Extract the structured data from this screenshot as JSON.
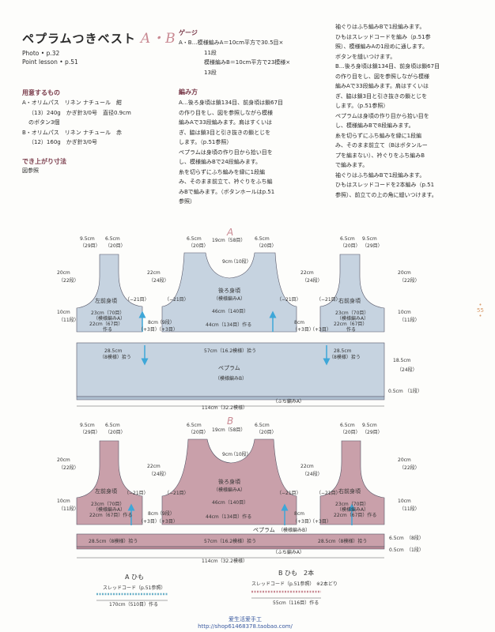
{
  "header": {
    "title": "ペプラムつきベスト",
    "title_ab": "A・B",
    "photo": "Photo • p.32",
    "lesson": "Point lesson • p.51"
  },
  "materials": {
    "heading": "用意するもの",
    "a_line1": "A・オリムパス　リネン ナチュール　紺",
    "a_line2": "（13）240g　かぎ針3/0号　直径0.9cm",
    "a_line3": "のボタン3個",
    "b_line1": "B・オリムパス　リネン ナチュール　赤",
    "b_line2": "（12）160g　かぎ針3/0号"
  },
  "size": {
    "heading": "でき上がり寸法",
    "value": "図参照"
  },
  "gauge": {
    "heading": "ゲージ",
    "line1": "A・B…模様編みA＝10cm平方で30.5目×",
    "line2": "11段",
    "line3": "模様編みB＝10cm平方で23模様×",
    "line4": "13段"
  },
  "method": {
    "heading": "編み方",
    "lines": [
      "A…後ろ身頃は鎖134目、前身頃は鎖67目",
      "の作り目をし、図を参照しながら模様",
      "編みAで33段編みます。肩はすくいは",
      "ぎ、脇は鎖3目と引き抜きの鎖とじを",
      "します。（p.51参照）",
      "ペプラムは身頃の作り目から拾い目を",
      "し、模様編みBで24段編みます。",
      "糸を切らずにふち編みを縁に1段編",
      "み、そのまま前立て、衿ぐりをふち編",
      "みBで編みます。（ボタンホールはp.51",
      "参照）"
    ]
  },
  "right_col": {
    "lines": [
      "袖ぐりはふち編みBで1段編みます。",
      "ひもはスレッドコードを編み（p.51参",
      "照）、模様編みAの1段めに通します。",
      "ボタンを縫いつけます。",
      "B…後ろ身頃は鎖134目、前身頃は鎖67目",
      "の作り目をし、図を参照しながら模様",
      "編みAで33段編みます。肩はすくいは",
      "ぎ、脇は鎖3目と引き抜きの鎖とじを",
      "します。（p.51参照）",
      "ペプラムは身頃の作り目から拾い目を",
      "し、模様編みBで8段編みます。",
      "糸を切らずにふち編みを縁に1段編",
      "み、そのまま前立て（Bはボタンルー",
      "プを編まない）、衿ぐりをふち編みB",
      "で編みます。",
      "袖ぐりはふち編みBで1段編みます。",
      "ひもはスレッドコードを2本編み（p.51",
      "参照）、前立ての上の角に縫いつけます。"
    ]
  },
  "diagramA": {
    "letter": "A",
    "back_name": "後ろ身頃",
    "back_pattern": "（模様編みA）",
    "left_front": "左前身頃",
    "right_front": "右前身頃",
    "pattern_a": "（模様編みA）",
    "width_19": "19cm（58目）",
    "width_95": "9.5cm",
    "st_29": "（29目）",
    "width_65": "6.5cm",
    "st_20": "（20目）",
    "h_20": "20cm",
    "r_22": "（22段）",
    "h_10": "10cm",
    "r_11": "（11段）",
    "h_22": "22cm",
    "r_24": "（24段）",
    "h_9": "9cm",
    "r_10": "（10段）",
    "minus21": "（−21目）",
    "w_23": "23cm（70目）",
    "w_22": "22cm（67目）",
    "make": "作る",
    "w_46": "46cm（140目）",
    "w_44": "44cm（134目）作る",
    "h_8": "8cm",
    "r_9": "（9段）",
    "plus3": "（+3目）",
    "peplum": "ペプラム",
    "pattern_b": "（模様編みB）",
    "w_285": "28.5cm",
    "st_8": "（8模様）拾う",
    "w_57": "57cm（16.2模様）拾う",
    "h_185": "18.5cm",
    "r_24b": "（24段）",
    "h_05": "0.5cm",
    "r_1": "（1段）",
    "edge": "（ふち編みA）",
    "total": "114cm（32.2模様）"
  },
  "diagramB": {
    "letter": "B",
    "back_name": "後ろ身頃",
    "back_pattern": "（模様編みA）",
    "left_front": "左前身頃",
    "right_front": "右前身頃",
    "pattern_a": "（模様編みA）",
    "width_19": "19cm（58目）",
    "width_95": "9.5cm",
    "st_29": "（29目）",
    "width_65": "6.5cm",
    "st_20": "（20目）",
    "h_20": "20cm",
    "r_22": "（22段）",
    "h_10": "10cm",
    "r_11": "（11段）",
    "h_22": "22cm",
    "r_24": "（24段）",
    "h_9": "9cm",
    "r_10": "（10段）",
    "minus21": "（−21目）",
    "w_23": "23cm（70目）",
    "w_22": "22cm（67目）作る",
    "w_46": "46cm（140目）",
    "w_44": "44cm（134目）作る",
    "h_8": "8cm",
    "r_9": "（9段）",
    "plus3": "（+3目）",
    "peplum": "ペプラム",
    "pattern_b": "（模様編みB）",
    "w_285": "28.5cm（8模様）拾う",
    "w_57": "57cm（16.2模様）拾う",
    "h_65": "6.5cm",
    "r_8": "（8段）",
    "h_05": "0.5cm",
    "r_1": "（1段）",
    "edge": "（ふち編みA）",
    "total": "114cm（32.2模様）"
  },
  "cords": {
    "a_label": "A ひも",
    "b_label": "B ひも　2本",
    "a_sub": "スレッドコード（p.51参照）",
    "b_sub": "スレッドコード（p.51参照）",
    "b_knot": "※2本どり",
    "a_len": "170cm（510目）作る",
    "b_len": "55cm（116目）作る"
  },
  "footer": {
    "line1": "爱生活爱手工",
    "line2": "http://shop61468378.taobao.com/"
  },
  "page_number": "55",
  "colors": {
    "a_fill": "#c6d3e0",
    "b_fill": "#c9a0aa",
    "arrow": "#3ea7d8",
    "accent": "#c98a93"
  }
}
